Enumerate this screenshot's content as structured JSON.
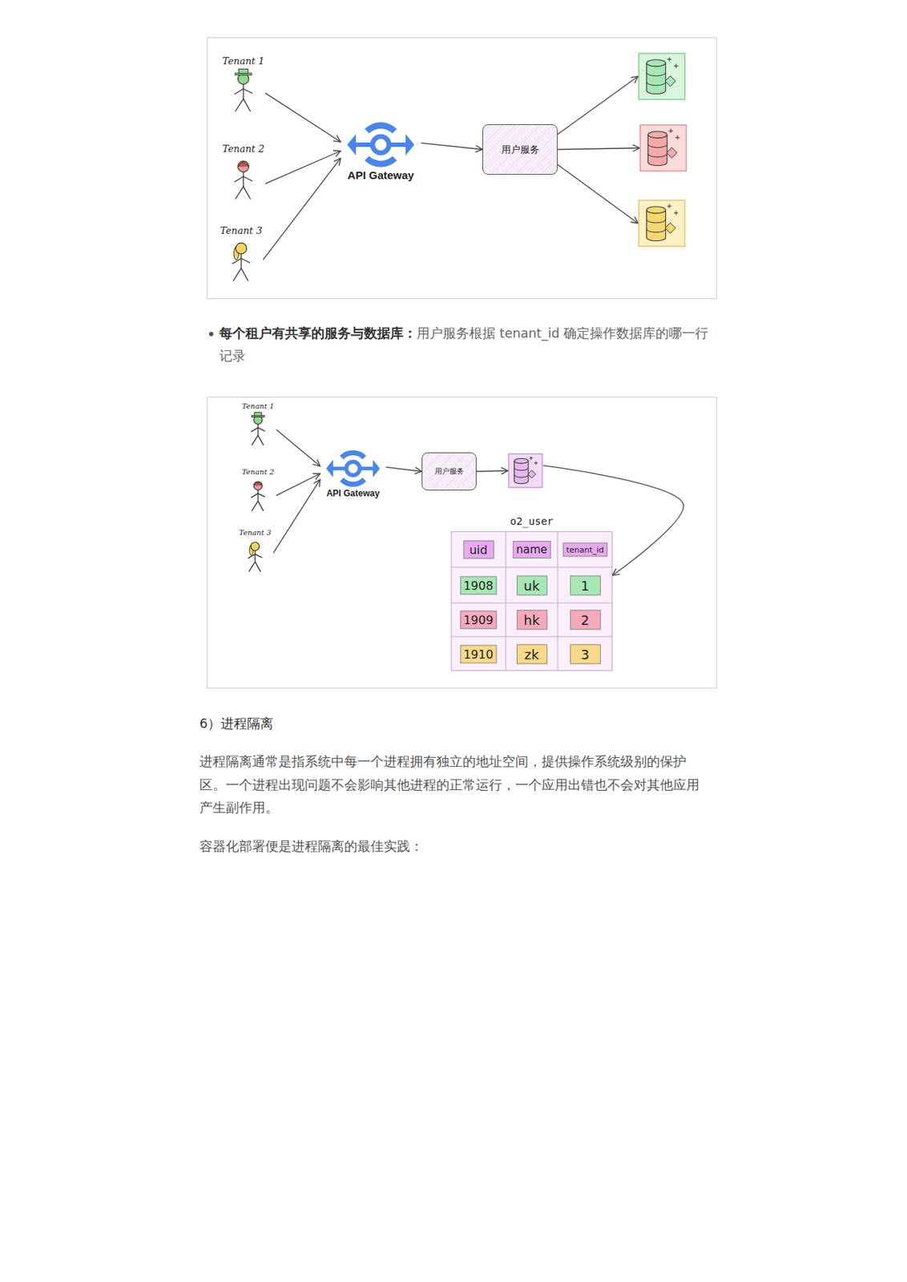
{
  "diagram": {
    "nodes": [
      {
        "text": [
          "Tenant 1"
        ]
      },
      {
        "text": [
          "Tenant 2"
        ]
      },
      {
        "text": [
          "Tenant 3"
        ]
      },
      {
        "text": [
          "API Gateway"
        ]
      },
      {
        "text": [
          "用户服务"
        ]
      },
      {
        "text": []
      },
      {
        "text": []
      },
      {
        "text": []
      },
      {
        "text": [
          "Tenant 1"
        ]
      },
      {
        "text": [
          "Tenant 2"
        ]
      },
      {
        "text": [
          "Tenant 3"
        ]
      },
      {
        "text": [
          "API Gateway"
        ]
      },
      {
        "text": [
          "用户服务"
        ]
      },
      {
        "text": []
      },
      {
        "text": [
          "o2_user"
        ]
      }
    ],
    "edges": [
      {
        "from": 0,
        "to": 3,
        "arrow": "to"
      },
      {
        "from": 1,
        "to": 3,
        "arrow": "to"
      },
      {
        "from": 2,
        "to": 3,
        "arrow": "to"
      },
      {
        "from": 3,
        "to": 4,
        "arrow": "to"
      },
      {
        "from": 4,
        "to": 5,
        "arrow": "to"
      },
      {
        "from": 4,
        "to": 6,
        "arrow": "to"
      },
      {
        "from": 4,
        "to": 7,
        "arrow": "to"
      },
      {
        "from": 8,
        "to": 11,
        "arrow": "to"
      },
      {
        "from": 9,
        "to": 11,
        "arrow": "to"
      },
      {
        "from": 10,
        "to": 11,
        "arrow": "to"
      },
      {
        "from": 11,
        "to": 12,
        "arrow": "to"
      },
      {
        "from": 12,
        "to": 13,
        "arrow": "to"
      },
      {
        "from": 13,
        "to": 14,
        "arrow": "to"
      }
    ],
    "labels": [
      "每个租户有共享的服务与数据库：",
      "用户服务根据 tenant_id 确定操作数据库的哪一行记录",
      "uid",
      "name",
      "tenant_id",
      "1908",
      "uk",
      "1",
      "1909",
      "hk",
      "2",
      "1910",
      "zk",
      "3",
      "6）进程隔离",
      "进程隔离通常是指系统中每一个进程拥有独立的地址空间，提供操作系统级别的保护区。一个进程出现问题不会影响其他进程的正常运行，一个应用出错也不会对其他应用产生副作用。",
      "容器化部署便是进程隔离的最佳实践："
    ]
  }
}
